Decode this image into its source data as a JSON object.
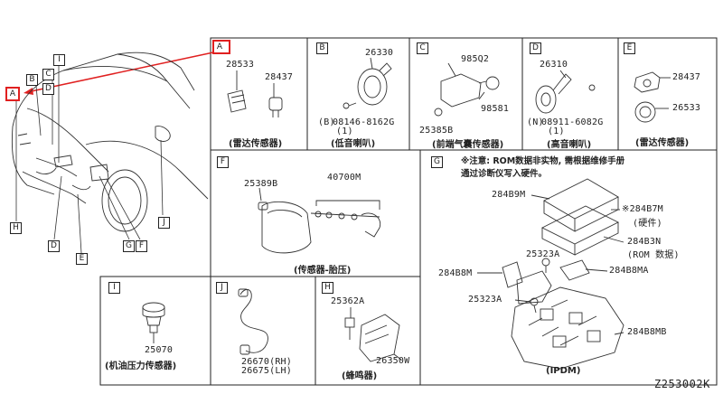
{
  "diagram_code": "Z253002K",
  "overview_letters": [
    "A",
    "B",
    "C",
    "D",
    "E",
    "F",
    "G",
    "H",
    "I",
    "J"
  ],
  "cells": {
    "A": {
      "id": "A",
      "parts": [
        "28533",
        "28437"
      ],
      "caption": "(雷达传感器)"
    },
    "B": {
      "id": "B",
      "parts": [
        "26330",
        "08146-8162G",
        "(1)"
      ],
      "caption": "(低音喇叭)",
      "bolt_mark": "B"
    },
    "C": {
      "id": "C",
      "parts": [
        "985Q2",
        "98581",
        "25385B"
      ],
      "caption": "(前端气囊传感器)"
    },
    "D": {
      "id": "D",
      "parts": [
        "26310",
        "08911-6082G",
        "(1)"
      ],
      "caption": "(高音喇叭)",
      "bolt_mark": "N"
    },
    "E": {
      "id": "E",
      "parts": [
        "28437",
        "26533"
      ],
      "caption": "(雷达传感器)"
    },
    "F": {
      "id": "F",
      "parts": [
        "25389B",
        "40700M"
      ],
      "caption": "(传感器-胎压)"
    },
    "G": {
      "id": "G",
      "note_line1": "※注意: ROM数据非实物, 需根据维修手册",
      "note_line2": "通过诊断仪写入硬件。",
      "parts": [
        "284B9M",
        "※284B7M",
        "(硬件)",
        "284B3N",
        "(ROM 数据)",
        "25323A",
        "284B8M",
        "284B8MA",
        "25323A",
        "284B8MB"
      ],
      "caption": "(IPDM)"
    },
    "H": {
      "id": "H",
      "parts": [
        "25362A",
        "26350W"
      ],
      "caption": "(蜂鸣器)"
    },
    "I": {
      "id": "I",
      "parts": [
        "25070"
      ],
      "caption": "(机油压力传感器)"
    },
    "J": {
      "id": "J",
      "parts": [
        "26670(RH)",
        "26675(LH)"
      ]
    }
  },
  "colors": {
    "line": "#222222",
    "highlight": "#e02020",
    "arrow": "#e02020"
  }
}
